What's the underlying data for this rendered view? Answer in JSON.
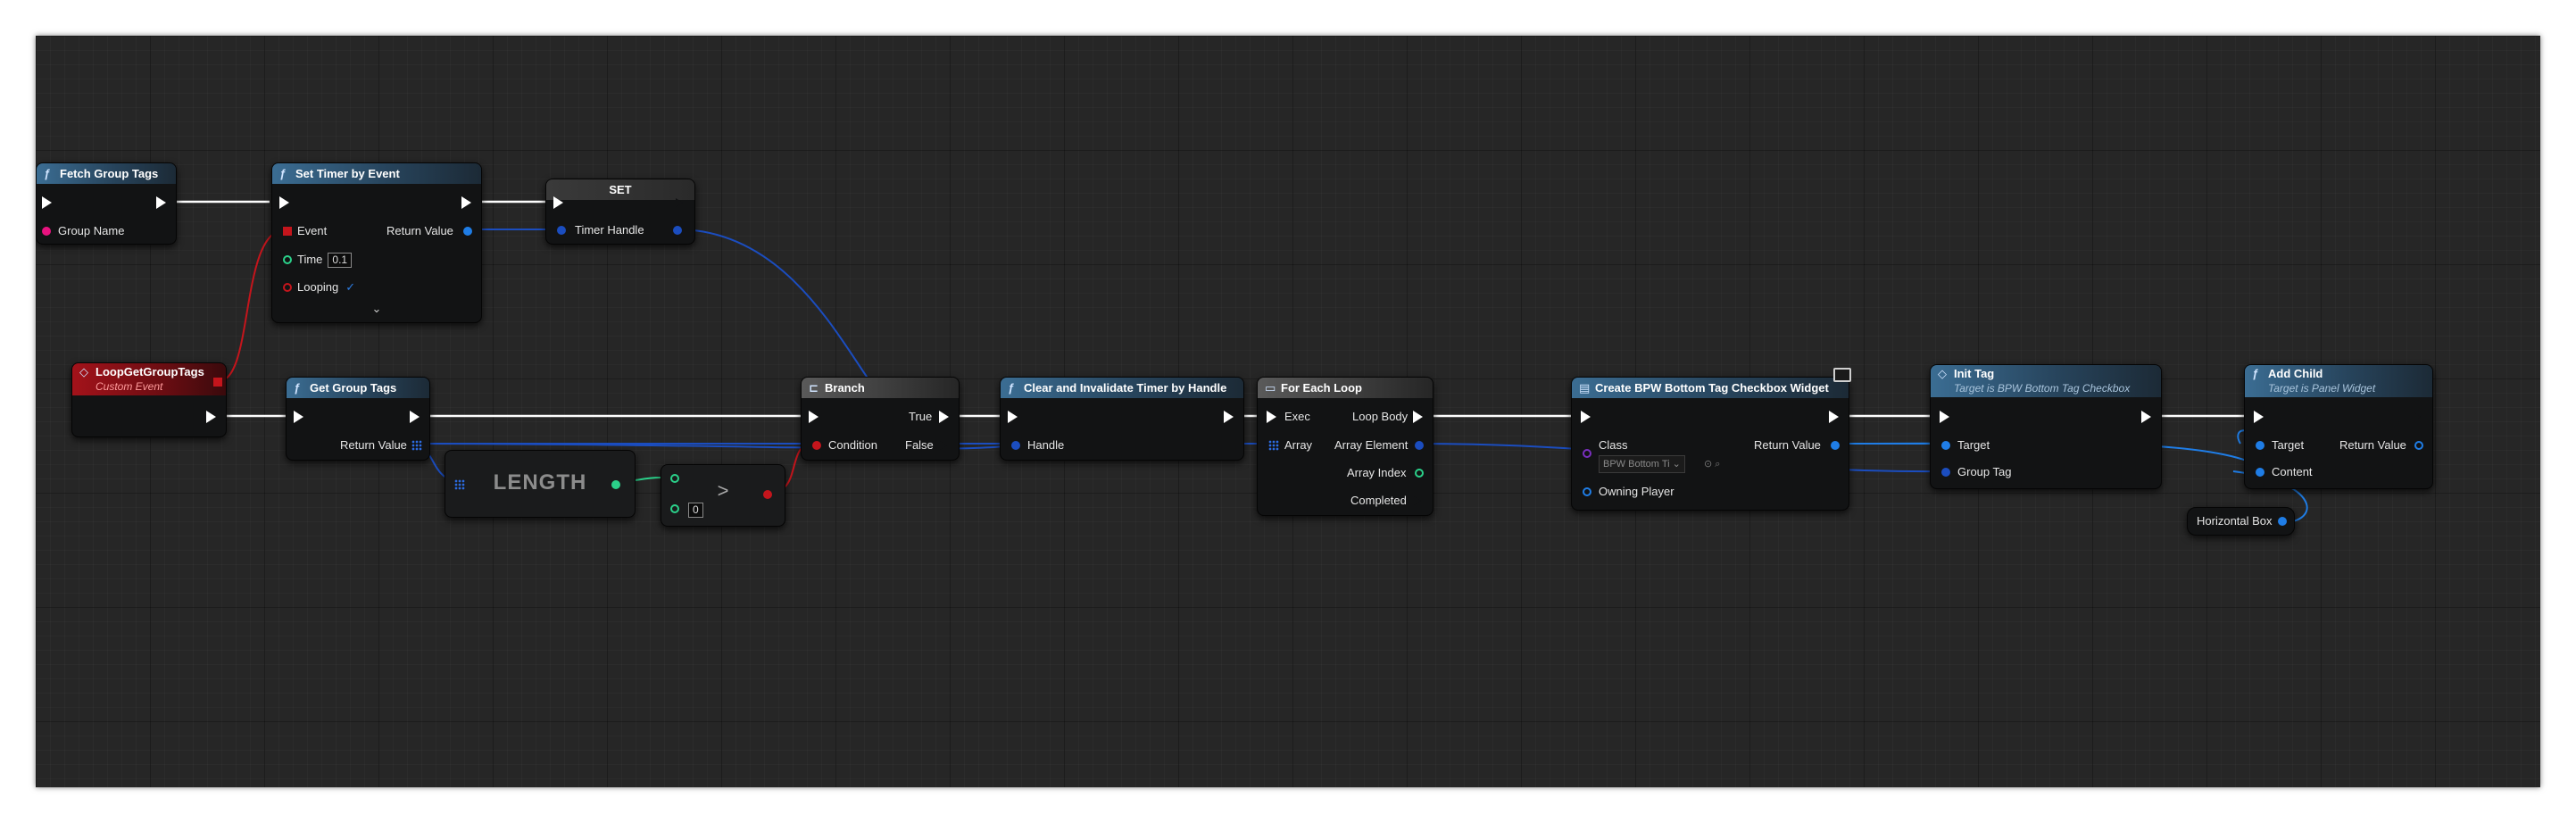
{
  "colors": {
    "graph_background": "#262626",
    "function_header": "#3b6d93",
    "event_header": "#a3121a",
    "exec_wire": "#ffffff",
    "object_pin": "#1f7de6",
    "name_pin": "#e9127f",
    "float_pin": "#2bd18a",
    "bool_pin": "#c4151c"
  },
  "nodes": {
    "fetch_group_tags": {
      "icon": "function-icon",
      "title": "Fetch Group Tags",
      "pins": {
        "group_name": "Group Name"
      }
    },
    "set_timer": {
      "icon": "function-icon",
      "title": "Set Timer by Event",
      "pins": {
        "event": "Event",
        "return_value": "Return Value",
        "time": "Time",
        "time_value": "0.1",
        "looping": "Looping",
        "looping_checked": "✓",
        "expand": "⌄"
      }
    },
    "set_var": {
      "title": "SET",
      "pins": {
        "timer_handle": "Timer Handle"
      }
    },
    "loop_event": {
      "icon": "event-icon",
      "title": "LoopGetGroupTags",
      "subtitle": "Custom Event"
    },
    "get_group_tags": {
      "icon": "function-icon",
      "title": "Get Group Tags",
      "pins": {
        "return_value": "Return Value"
      }
    },
    "length": {
      "title": "LENGTH"
    },
    "compare": {
      "operator": ">",
      "value": "0"
    },
    "branch": {
      "icon": "branch-icon",
      "title": "Branch",
      "pins": {
        "true": "True",
        "false": "False",
        "condition": "Condition"
      }
    },
    "clear_timer": {
      "icon": "function-icon",
      "title": "Clear and Invalidate Timer by Handle",
      "pins": {
        "handle": "Handle"
      }
    },
    "for_each": {
      "icon": "macro-icon",
      "title": "For Each Loop",
      "pins": {
        "exec": "Exec",
        "loop_body": "Loop Body",
        "array": "Array",
        "array_element": "Array Element",
        "array_index": "Array Index",
        "completed": "Completed"
      }
    },
    "create_widget": {
      "icon": "widget-icon",
      "title": "Create BPW Bottom Tag Checkbox Widget",
      "pins": {
        "class": "Class",
        "class_value": "BPW Bottom Ti",
        "return_value": "Return Value",
        "owning_player": "Owning Player"
      }
    },
    "init_tag": {
      "icon": "event-icon",
      "title": "Init Tag",
      "subtitle": "Target is BPW Bottom Tag Checkbox",
      "pins": {
        "target": "Target",
        "group_tag": "Group Tag"
      }
    },
    "add_child": {
      "icon": "function-icon",
      "title": "Add Child",
      "subtitle": "Target is Panel Widget",
      "pins": {
        "target": "Target",
        "return_value": "Return Value",
        "content": "Content"
      }
    },
    "horizontal_box": {
      "title": "Horizontal Box"
    }
  }
}
